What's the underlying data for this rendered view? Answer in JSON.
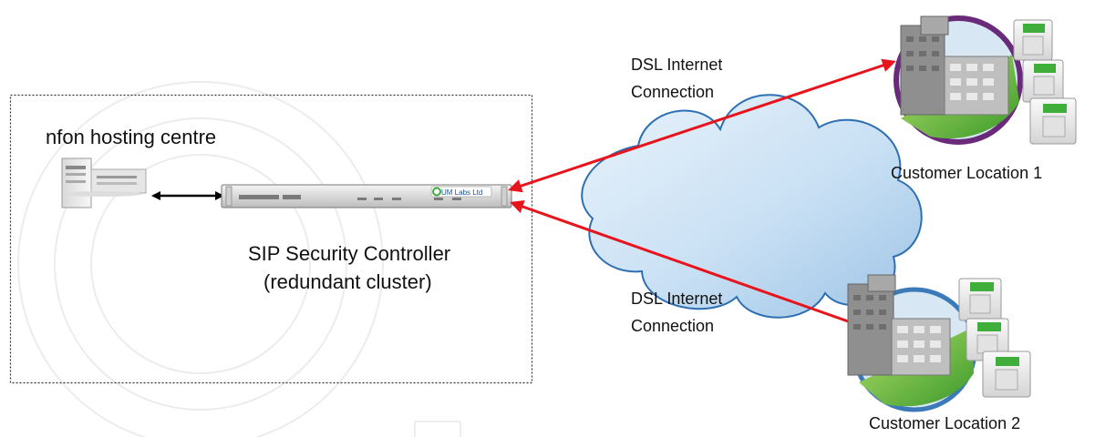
{
  "diagram": {
    "hosting_centre_label": "nfon hosting centre",
    "controller_label_line1": "SIP Security Controller",
    "controller_label_line2": "(redundant cluster)",
    "controller_logo_text": "UM Labs Ltd",
    "connection_1_line1": "DSL Internet",
    "connection_1_line2": "Connection",
    "connection_2_line1": "DSL Internet",
    "connection_2_line2": "Connection",
    "customer_1_label": "Customer Location 1",
    "customer_2_label": "Customer Location 2",
    "colors": {
      "link_red": "#e8141c",
      "cloud_fill": "#cfe4f6",
      "cloud_stroke": "#2d6fb3",
      "building_ring_1": "#6a2a7a",
      "building_ring_2": "#3b79b8",
      "phone_green": "#3fae3a"
    }
  }
}
